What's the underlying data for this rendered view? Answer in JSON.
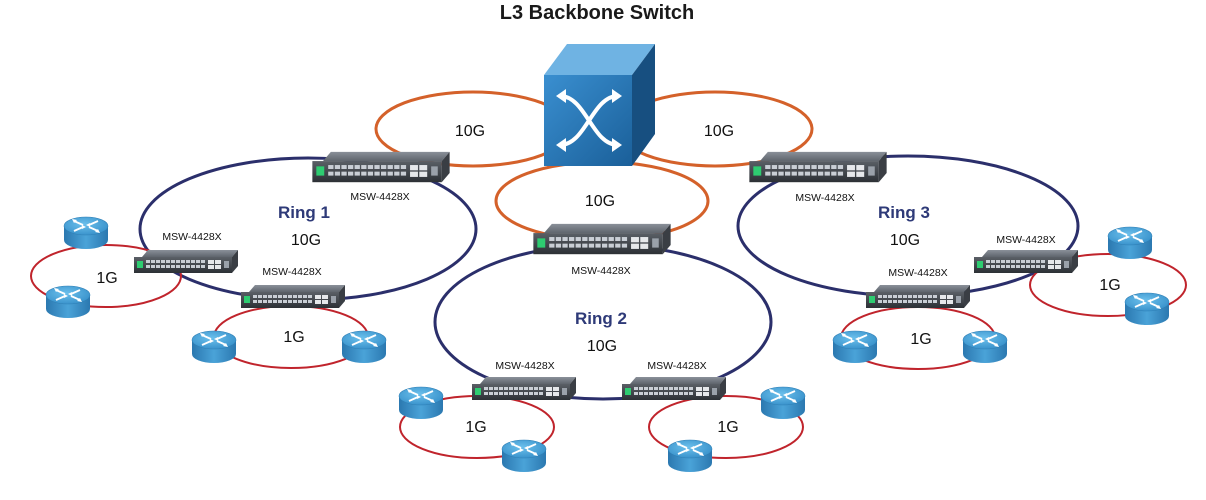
{
  "title": "L3 Backbone Switch",
  "colors": {
    "ring_10g": "#2b2f6b",
    "uplink_10g": "#d4612a",
    "ring_1g": "#c0242c",
    "ring_label": "#2e3a78",
    "core_switch": "#1f6fa8",
    "router": "#3a8ec0"
  },
  "uplinks": {
    "left": "10G",
    "right": "10G",
    "center": "10G"
  },
  "rings": [
    {
      "name": "Ring 1",
      "speed": "10G"
    },
    {
      "name": "Ring 2",
      "speed": "10G"
    },
    {
      "name": "Ring 3",
      "speed": "10G"
    }
  ],
  "switches": [
    {
      "model": "MSW-4428X"
    },
    {
      "model": "MSW-4428X"
    },
    {
      "model": "MSW-4428X"
    },
    {
      "model": "MSW-4428X"
    },
    {
      "model": "MSW-4428X"
    },
    {
      "model": "MSW-4428X"
    },
    {
      "model": "MSW-4428X"
    },
    {
      "model": "MSW-4428X"
    },
    {
      "model": "MSW-4428X"
    }
  ],
  "access_rings": [
    {
      "speed": "1G"
    },
    {
      "speed": "1G"
    },
    {
      "speed": "1G"
    },
    {
      "speed": "1G"
    },
    {
      "speed": "1G"
    },
    {
      "speed": "1G"
    }
  ],
  "icons": {
    "core": "crossed-arrows-cube-icon",
    "router": "router-icon",
    "switch": "rack-switch-icon"
  }
}
